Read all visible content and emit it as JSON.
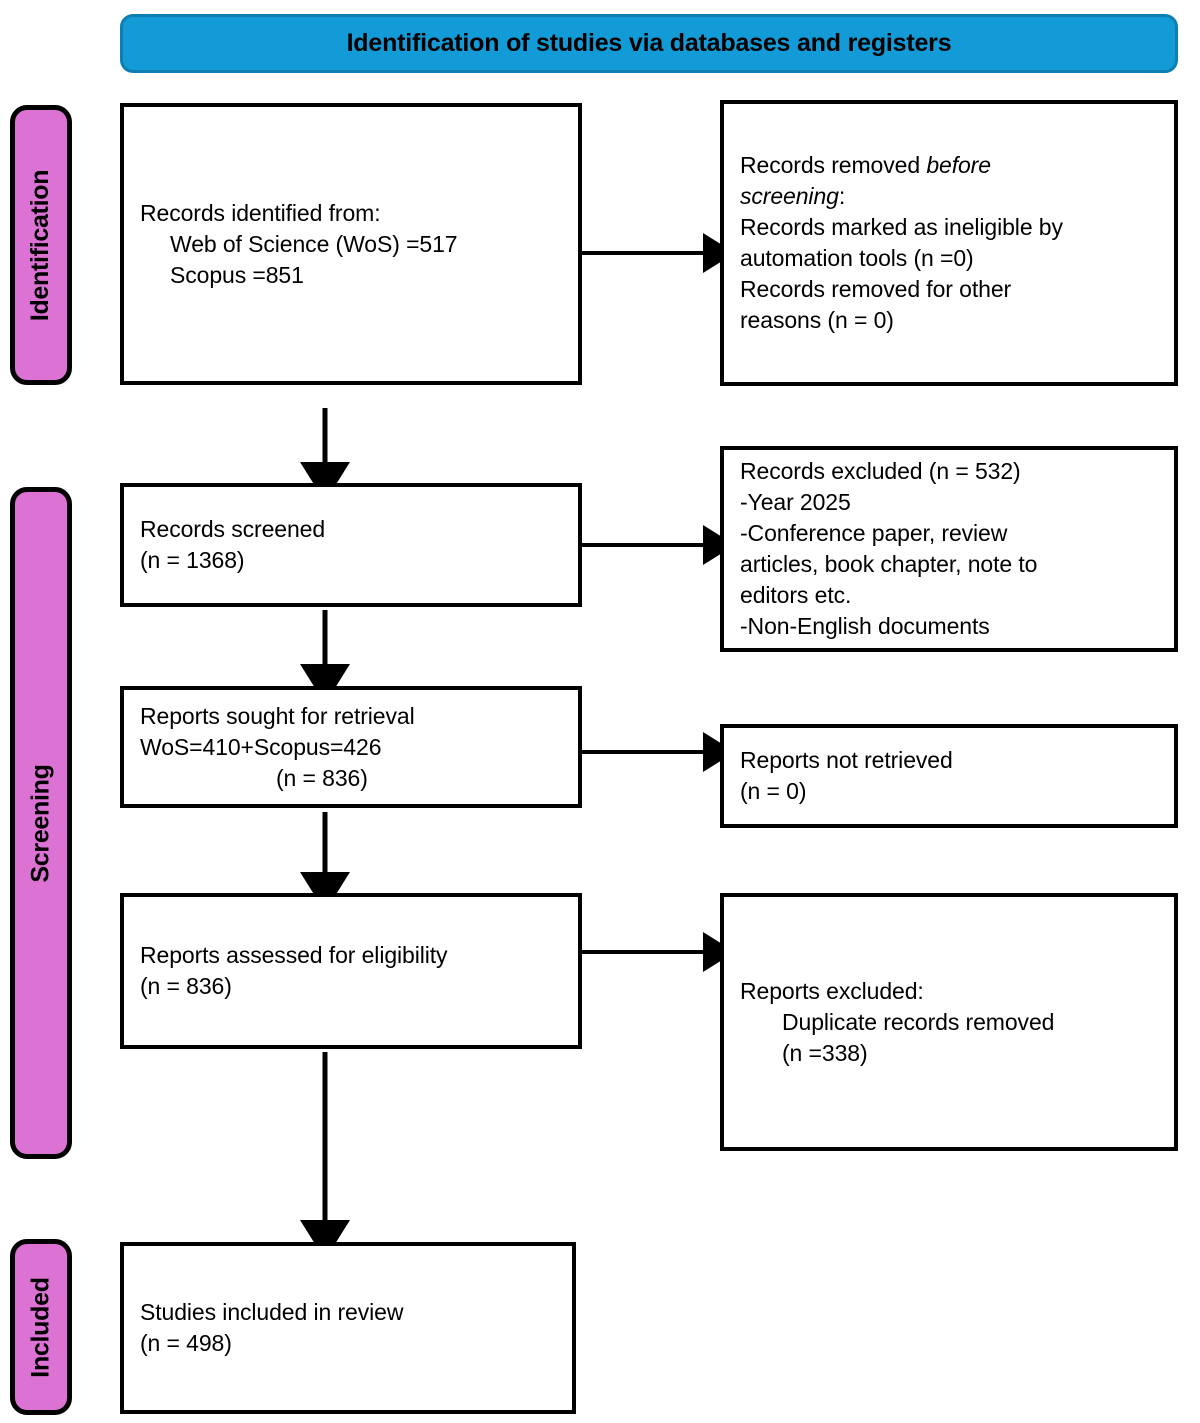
{
  "header": {
    "title": "Identification of studies via databases and registers",
    "bar_color": "#139BD7",
    "text_color": "#000000"
  },
  "stages": {
    "pill_color": "#DB72D4",
    "identification": "Identification",
    "screening": "Screening",
    "included": "Included"
  },
  "boxes": {
    "identified": {
      "name": "records-identified",
      "lines": [
        "Records identified from:",
        "Web of Science (WoS) =517",
        "Scopus =851"
      ]
    },
    "removed_before": {
      "name": "records-removed-before-screening",
      "lines": [
        "Records removed ",
        "before screening",
        ":",
        "Records marked as ineligible by automation tools (n =0)",
        "Records removed for other reasons (n = 0)"
      ],
      "l1_plain": "Records removed ",
      "l1_italic": "before",
      "l2_italic": "screening",
      "l2_plain": ":",
      "l3": "Records marked as ineligible by",
      "l4": "automation tools (n =0)",
      "l5": "Records removed for other",
      "l6": "reasons (n = 0)"
    },
    "screened": {
      "name": "records-screened",
      "lines": [
        "Records screened",
        "(n = 1368)"
      ]
    },
    "excluded": {
      "name": "records-excluded",
      "lines": [
        "Records excluded (n = 532)",
        "-Year 2025",
        "-Conference paper, review",
        "articles, book chapter, note to",
        "editors etc.",
        "-Non-English documents"
      ]
    },
    "sought": {
      "name": "reports-sought-for-retrieval",
      "lines": [
        "Reports sought for retrieval",
        "WoS=410+Scopus=426",
        "(n = 836)"
      ]
    },
    "not_retrieved": {
      "name": "reports-not-retrieved",
      "lines": [
        "Reports not retrieved",
        "(n = 0)"
      ]
    },
    "assessed": {
      "name": "reports-assessed-for-eligibility",
      "lines": [
        "Reports assessed for eligibility",
        "(n = 836)"
      ]
    },
    "reports_excluded": {
      "name": "reports-excluded",
      "lines": [
        "Reports excluded:",
        "Duplicate records removed",
        "(n =338)"
      ]
    },
    "studies_included": {
      "name": "studies-included-in-review",
      "lines": [
        "Studies included in review",
        "(n = 498)"
      ]
    }
  },
  "counts": {
    "wos_identified": 517,
    "scopus_identified": 851,
    "records_screened": 1368,
    "records_excluded": 532,
    "wos_sought": 410,
    "scopus_sought": 426,
    "reports_sought": 836,
    "reports_not_retrieved": 0,
    "reports_assessed": 836,
    "duplicates_removed": 338,
    "studies_included": 498,
    "ineligible_automation": 0,
    "removed_other_reasons": 0
  }
}
